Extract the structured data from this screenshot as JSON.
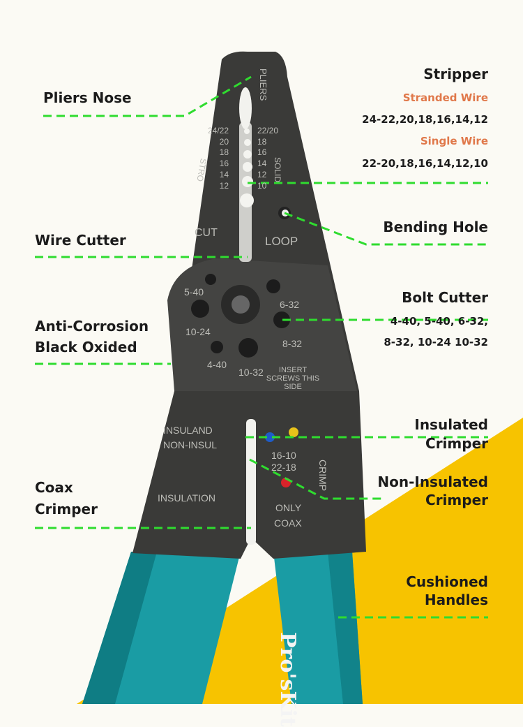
{
  "labels": {
    "pliers_nose": "Pliers Nose",
    "stripper": "Stripper",
    "stranded_wire": "Stranded Wire",
    "stranded_sizes": "24-22,20,18,16,14,12",
    "single_wire": "Single Wire",
    "single_sizes": "22-20,18,16,14,12,10",
    "bending_hole": "Bending Hole",
    "wire_cutter": "Wire Cutter",
    "bolt_cutter": "Bolt Cutter",
    "bolt_sizes_1": "4-40, 5-40, 6-32,",
    "bolt_sizes_2": "8-32, 10-24 10-32",
    "anti_corrosion_1": "Anti-Corrosion",
    "anti_corrosion_2": "Black Oxided",
    "insulated_crimper_1": "Insulated",
    "insulated_crimper_2": "Crimper",
    "non_insulated_1": "Non-Insulated",
    "non_insulated_2": "Crimper",
    "coax_1": "Coax",
    "coax_2": "Crimper",
    "handles_1": "Cushioned",
    "handles_2": "Handles"
  },
  "tool_markings": {
    "pliers": "PLIERS",
    "stro": "STRO",
    "solid": "SOLID",
    "left_sizes": [
      "24/22",
      "20",
      "18",
      "16",
      "14",
      "12"
    ],
    "right_sizes": [
      "22/20",
      "18",
      "16",
      "14",
      "12",
      "10"
    ],
    "cut": "CUT",
    "loop": "LOOP",
    "bolts": [
      "5-40",
      "10-24",
      "4-40",
      "10-32",
      "6-32",
      "8-32"
    ],
    "insert": [
      "INSERT",
      "SCREWS THIS",
      "SIDE"
    ],
    "insuland": "INSULAND",
    "non_insul": "NON-INSUL",
    "r1": "16-10",
    "r2": "22-18",
    "crimp": "CRIMP",
    "insulation": "INSULATION",
    "only": "ONLY",
    "coax": "COAX",
    "brand": "Pro'sKit"
  },
  "colors": {
    "accent_green": "#2fdc2f",
    "highlight_orange": "#e0784a",
    "background_yellow": "#f7c300",
    "handle_teal": "#1a9ca4",
    "tool_dark": "#3a3a38"
  }
}
